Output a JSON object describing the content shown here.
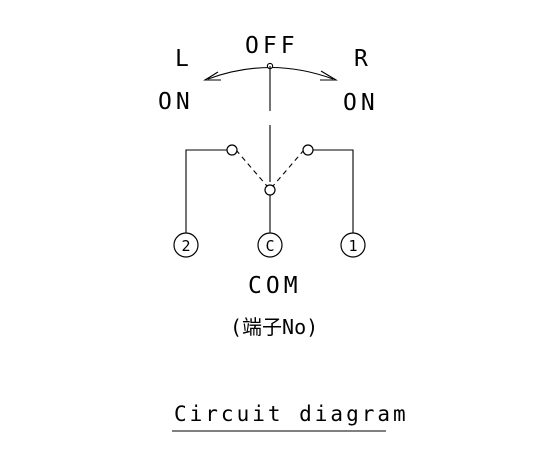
{
  "labels": {
    "off": "OFF",
    "left_letter": "L",
    "left_on": "ON",
    "right_letter": "R",
    "right_on": "ON",
    "com": "COM",
    "terminal_no": "(端子No)",
    "caption": "Circuit diagram"
  },
  "terminals": [
    {
      "id": "2",
      "label": "2"
    },
    {
      "id": "c",
      "label": "C"
    },
    {
      "id": "1",
      "label": "1"
    }
  ],
  "colors": {
    "line": "#000000",
    "background": "#ffffff"
  }
}
